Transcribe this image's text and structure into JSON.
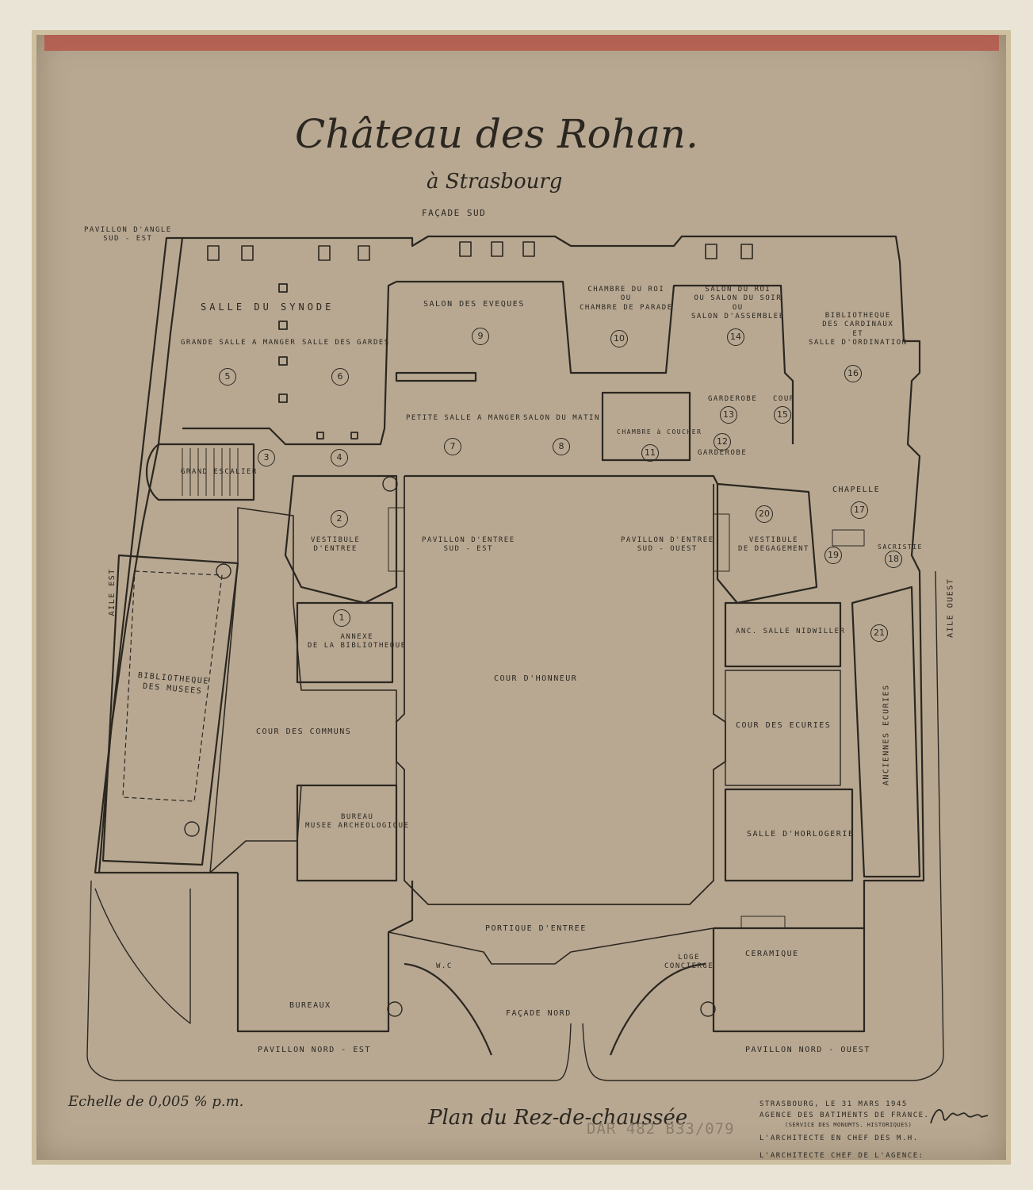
{
  "title": {
    "main": "Château des Rohan.",
    "sub": "à Strasbourg"
  },
  "facades": {
    "south": "FAÇADE SUD",
    "north": "FAÇADE NORD"
  },
  "wings": {
    "east": "AILE EST",
    "west": "AILE OUEST"
  },
  "pavilions": {
    "se_corner": "PAVILLON D'ANGLE\nSUD - EST",
    "ne": "PAVILLON NORD - EST",
    "nw": "PAVILLON NORD - OUEST",
    "entry_se": "PAVILLON D'ENTREE\nSUD - EST",
    "entry_sw": "PAVILLON D'ENTREE\nSUD - OUEST"
  },
  "rooms": {
    "salle_synode": "SALLE DU SYNODE",
    "grande_salle": "GRANDE SALLE A MANGER",
    "salle_gardes": "SALLE DES GARDES",
    "salon_eveques": "SALON DES EVEQUES",
    "chambre_roi": "CHAMBRE DU ROI\nOU\nCHAMBRE DE PARADE",
    "salon_roi": "SALON DU ROI\nOU SALON DU SOIR\nOU\nSALON D'ASSEMBLEE",
    "bibliotheque_cardinaux": "BIBLIOTHEQUE\nDES CARDINAUX\nET\nSALLE D'ORDINATION",
    "petite_salle": "PETITE SALLE A MANGER",
    "salon_matin": "SALON DU MATIN",
    "chambre_coucher": "CHAMBRE à COUCHER",
    "garderobe_top": "GARDEROBE",
    "cour_small": "COUR",
    "garderobe_bottom": "GARDEROBE",
    "grand_escalier": "GRAND ESCALIER",
    "chapelle": "CHAPELLE",
    "sacristie": "SACRISTIE",
    "vestibule_entree": "VESTIBULE\nD'ENTREE",
    "vestibule_degagement": "VESTIBULE\nDE DEGAGEMENT",
    "annexe": "ANNEXE\nDE LA BIBLIOTHEQUE",
    "nidwiller": "ANC. SALLE NIDWILLER",
    "cour_honneur": "COUR D'HONNEUR",
    "bibliotheque_musees": "BIBLIOTHEQUE\nDES MUSEES",
    "cour_communs": "COUR DES COMMUNS",
    "cour_ecuries": "COUR DES ECURIES",
    "anciennes_ecuries": "ANCIENNES ECURIES",
    "bureau_musee": "BUREAU\nMUSEE ARCHEOLOGIQUE",
    "salle_horlogerie": "SALLE D'HORLOGERIE",
    "portique": "PORTIQUE D'ENTREE",
    "wc": "W.C",
    "loge": "LOGE\nCONCIERGE",
    "ceramique": "CERAMIQUE",
    "bureaux": "BUREAUX"
  },
  "numbers": [
    "1",
    "2",
    "3",
    "4",
    "5",
    "6",
    "7",
    "8",
    "9",
    "10",
    "11",
    "12",
    "13",
    "14",
    "15",
    "16",
    "17",
    "18",
    "19",
    "20",
    "21"
  ],
  "scale": "Echelle de 0,005 % p.m.",
  "plan_title": "Plan du Rez-de-chaussée",
  "footer": {
    "line1": "STRASBOURG, LE 31 MARS 1945",
    "line2": "AGENCE DES BATIMENTS DE FRANCE.",
    "line3": "(SERVICE DES MONUMTS. HISTORIQUES)",
    "line4": "L'ARCHITECTE EN CHEF DES M.H.",
    "line5": "L'ARCHITECTE CHEF DE L'AGENCE:"
  },
  "stamp": "DAR 482 B33/079",
  "colors": {
    "paper": "#b8a892",
    "ink": "#2b2720",
    "border": "#cdbf9f",
    "band": "#b4574a"
  }
}
